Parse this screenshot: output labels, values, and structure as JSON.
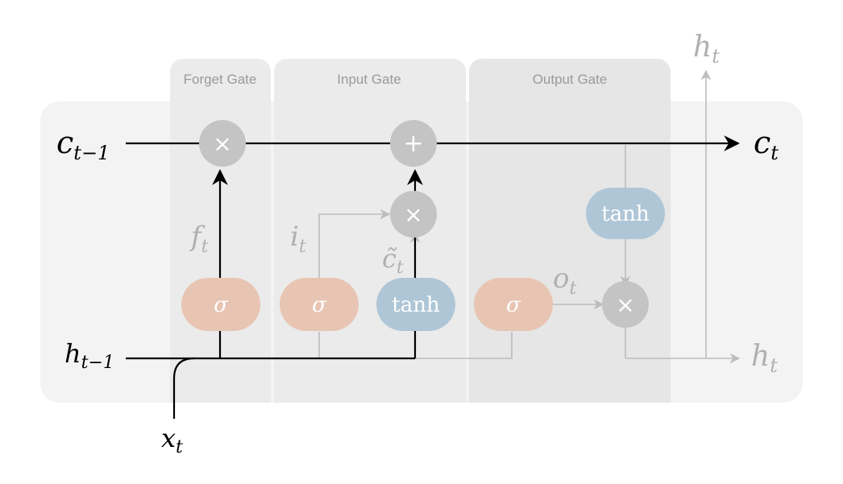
{
  "gates": {
    "forget": "Forget Gate",
    "input": "Input Gate",
    "output": "Output Gate"
  },
  "labels": {
    "c_prev_main": "c",
    "c_prev_sub": "t−1",
    "c_next_main": "c",
    "c_next_sub": "t",
    "h_prev_main": "h",
    "h_prev_sub": "t−1",
    "h_out_right_main": "h",
    "h_out_right_sub": "t",
    "h_out_top_main": "h",
    "h_out_top_sub": "t",
    "x_main": "x",
    "x_sub": "t",
    "f_main": "f",
    "f_sub": "t",
    "i_main": "i",
    "i_sub": "t",
    "ctilde_main": "c̃",
    "ctilde_sub": "t",
    "o_main": "o",
    "o_sub": "t"
  },
  "ops": {
    "multiply": "×",
    "add": "+",
    "sigma": "σ",
    "tanh": "tanh"
  },
  "colors": {
    "sigma_fill": "#e8c5b3",
    "tanh_fill": "#afc6d7",
    "op_circle": "#c4c4c4",
    "main_line": "#000000",
    "faint_line": "#bcbcbc",
    "faint_text": "#b0b0b0"
  }
}
